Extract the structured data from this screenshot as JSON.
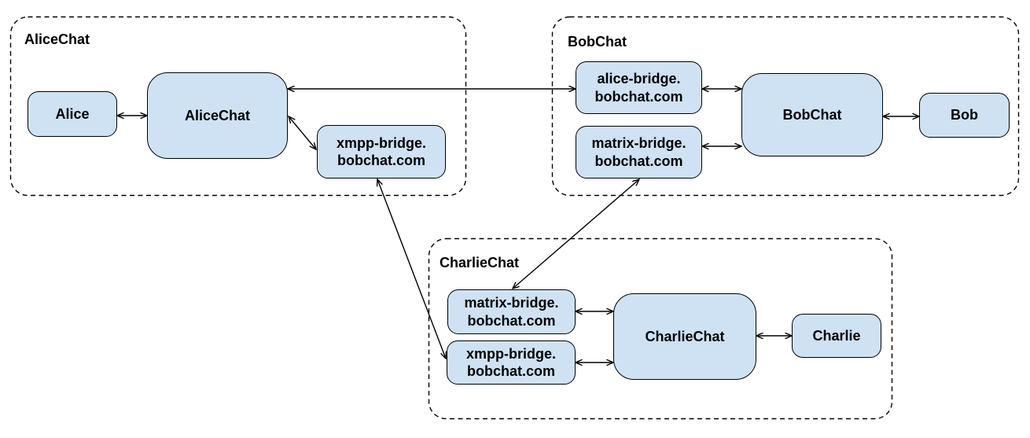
{
  "colors": {
    "background": "#ffffff",
    "node_fill": "#cfe2f3",
    "node_border": "#000000",
    "group_border": "#000000",
    "text": "#000000",
    "arrow": "#000000"
  },
  "diagram": {
    "groups": [
      {
        "id": "alicechat",
        "label": "AliceChat"
      },
      {
        "id": "bobchat",
        "label": "BobChat"
      },
      {
        "id": "charliechat",
        "label": "CharlieChat"
      }
    ],
    "nodes": [
      {
        "id": "alice",
        "label": "Alice"
      },
      {
        "id": "alicechat-server",
        "label": "AliceChat"
      },
      {
        "id": "xmpp-bridge-alice",
        "label": "xmpp-bridge.\nbobchat.com"
      },
      {
        "id": "alice-bridge-bob",
        "label": "alice-bridge.\nbobchat.com"
      },
      {
        "id": "matrix-bridge-bob",
        "label": "matrix-bridge.\nbobchat.com"
      },
      {
        "id": "bobchat-server",
        "label": "BobChat"
      },
      {
        "id": "bob",
        "label": "Bob"
      },
      {
        "id": "matrix-bridge-charlie",
        "label": "matrix-bridge.\nbobchat.com"
      },
      {
        "id": "xmpp-bridge-charlie",
        "label": "xmpp-bridge.\nbobchat.com"
      },
      {
        "id": "charliechat-server",
        "label": "CharlieChat"
      },
      {
        "id": "charlie",
        "label": "Charlie"
      }
    ],
    "edges": [
      {
        "from": "alice",
        "to": "alicechat-server",
        "bidirectional": true
      },
      {
        "from": "alicechat-server",
        "to": "alice-bridge-bob",
        "bidirectional": true
      },
      {
        "from": "alicechat-server",
        "to": "xmpp-bridge-alice",
        "bidirectional": true
      },
      {
        "from": "alice-bridge-bob",
        "to": "bobchat-server",
        "bidirectional": true
      },
      {
        "from": "matrix-bridge-bob",
        "to": "bobchat-server",
        "bidirectional": true
      },
      {
        "from": "bobchat-server",
        "to": "bob",
        "bidirectional": true
      },
      {
        "from": "matrix-bridge-bob",
        "to": "matrix-bridge-charlie",
        "bidirectional": true
      },
      {
        "from": "xmpp-bridge-alice",
        "to": "xmpp-bridge-charlie",
        "bidirectional": true
      },
      {
        "from": "matrix-bridge-charlie",
        "to": "charliechat-server",
        "bidirectional": true
      },
      {
        "from": "xmpp-bridge-charlie",
        "to": "charliechat-server",
        "bidirectional": true
      },
      {
        "from": "charliechat-server",
        "to": "charlie",
        "bidirectional": true
      }
    ]
  }
}
